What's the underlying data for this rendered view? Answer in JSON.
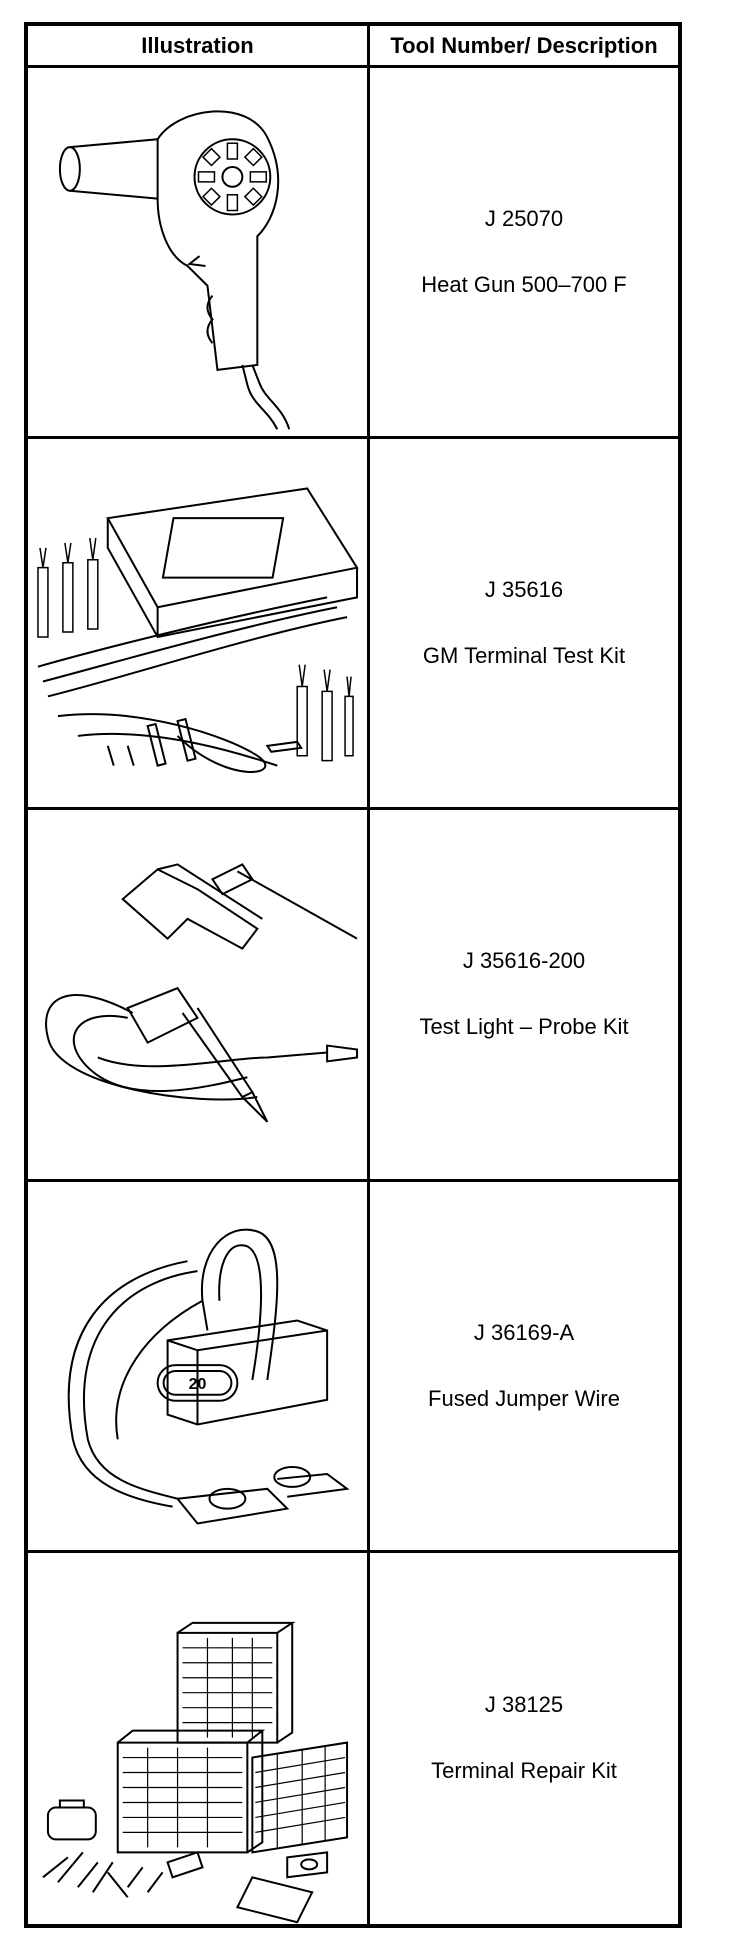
{
  "table": {
    "headers": [
      "Illustration",
      "Tool Number/ Description"
    ],
    "rows": [
      {
        "number": "J 25070",
        "description": "Heat Gun 500–700 F",
        "icon": "heat-gun-icon"
      },
      {
        "number": "J 35616",
        "description": "GM Terminal Test Kit",
        "icon": "terminal-test-kit-icon"
      },
      {
        "number": "J 35616-200",
        "description": "Test Light – Probe Kit",
        "icon": "test-light-probe-icon"
      },
      {
        "number": "J 36169-A",
        "description": "Fused Jumper Wire",
        "icon": "fused-jumper-wire-icon",
        "label": "20"
      },
      {
        "number": "J 38125",
        "description": "Terminal Repair Kit",
        "icon": "terminal-repair-kit-icon"
      }
    ]
  }
}
